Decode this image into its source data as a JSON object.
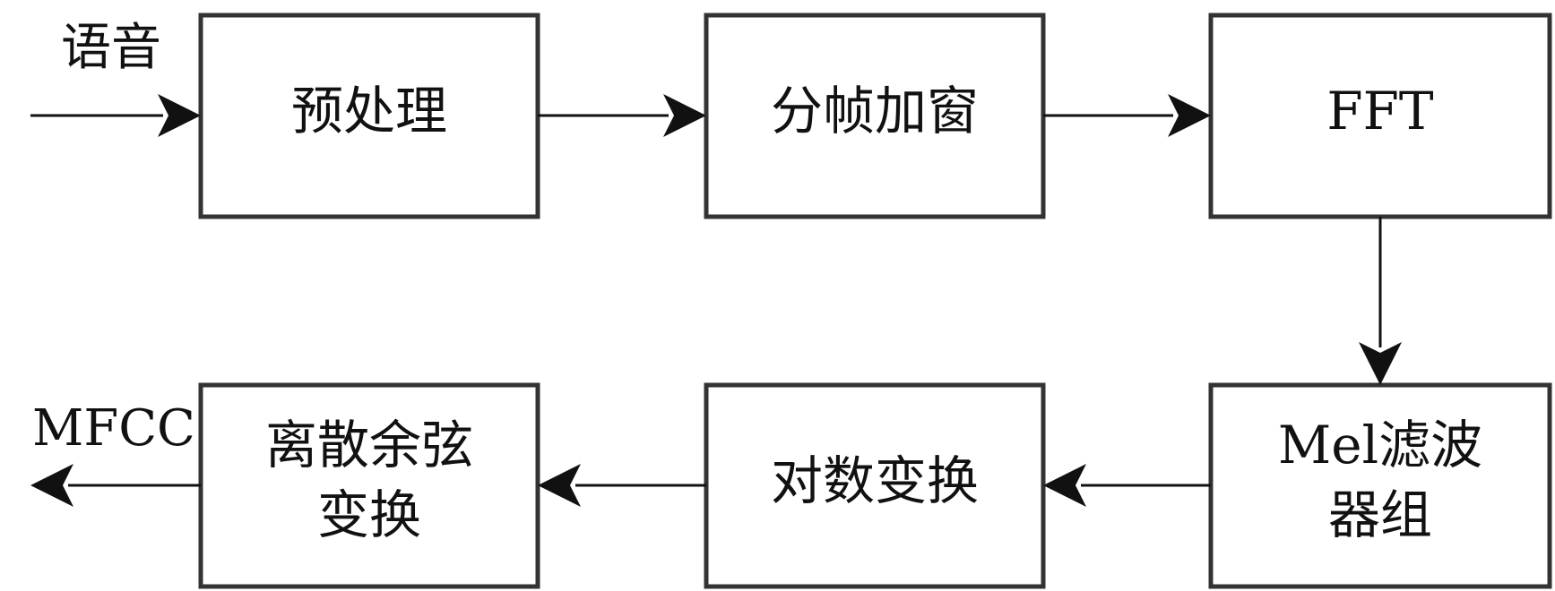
{
  "diagram": {
    "input_label": "语音",
    "output_label": "MFCC",
    "steps": {
      "preprocess": "预处理",
      "framing_windowing": "分帧加窗",
      "fft": "FFT",
      "mel_filterbank_line1": "Mel滤波",
      "mel_filterbank_line2": "器组",
      "log_transform": "对数变换",
      "dct_line1": "离散余弦",
      "dct_line2": "变换"
    },
    "colors": {
      "box_stroke": "#333333",
      "arrow": "#111111",
      "text": "#111111",
      "background": "#ffffff"
    }
  }
}
